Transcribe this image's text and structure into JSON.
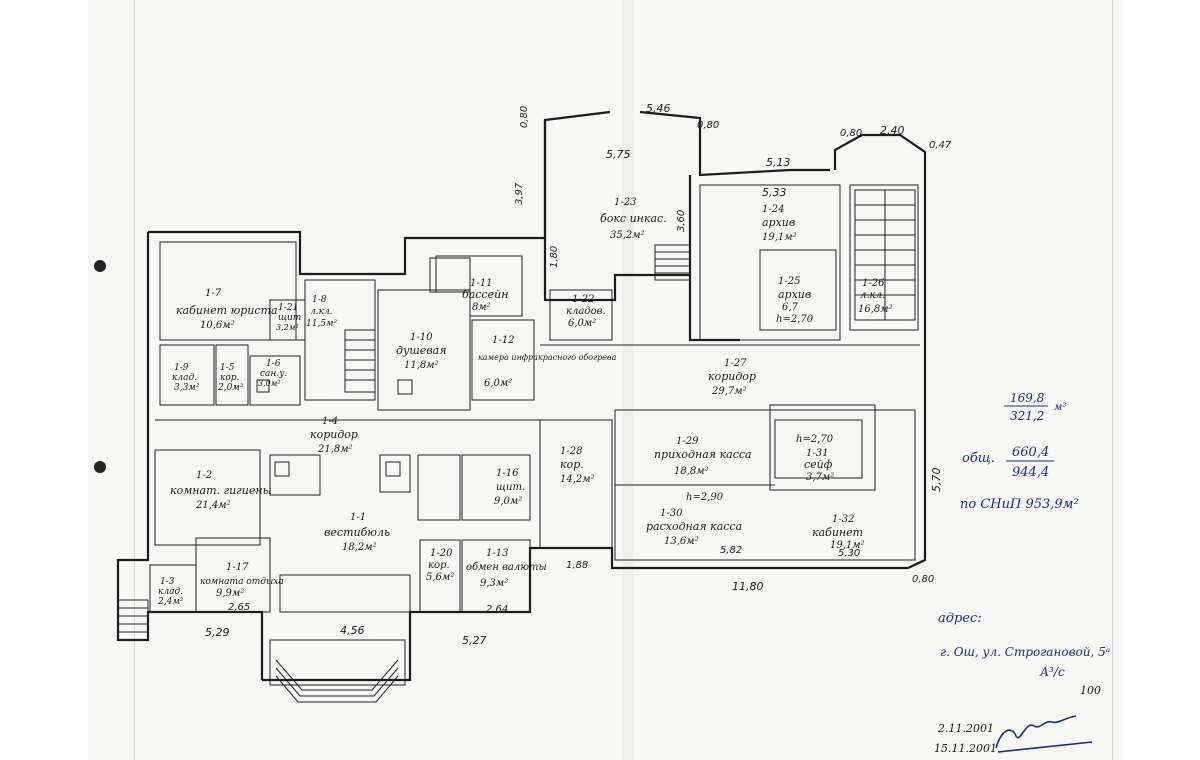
{
  "top_dims": [
    "0,80",
    "5,46",
    "0,80",
    "2,40",
    "0,47",
    "0,80",
    "3,97",
    "5,75",
    "5,13",
    "5,33",
    "1,80",
    "3,60",
    "5,70"
  ],
  "rooms": [
    {
      "id": "1-23",
      "name": "бокс инкас.",
      "area": "35,2м²"
    },
    {
      "id": "1-24",
      "name": "архив",
      "area": "19,1м²"
    },
    {
      "id": "1-25",
      "name": "архив",
      "area": "6,7",
      "height": "h=2,70"
    },
    {
      "id": "1-26",
      "name": "л.кл.",
      "area": "16,8м²"
    },
    {
      "id": "1-7",
      "name": "кабинет юриста",
      "area": "10,6м²"
    },
    {
      "id": "1-11",
      "name": "бассейн",
      "area": "8м²"
    },
    {
      "id": "1-10",
      "name": "душевая",
      "area": "11,8м²"
    },
    {
      "id": "1-12",
      "name": "камера инфракрасного обогрева",
      "area": "6,0м²"
    },
    {
      "id": "1-22",
      "name": "кладов.",
      "area": "6,0м²"
    },
    {
      "id": "1-27",
      "name": "коридор",
      "area": "29,7м²"
    },
    {
      "id": "1-4",
      "name": "коридор",
      "area": "21,8м²"
    },
    {
      "id": "1-28",
      "name": "кор.",
      "area": "14,2м²"
    },
    {
      "id": "1-29",
      "name": "приходная касса",
      "area": "18,8м²"
    },
    {
      "id": "1-31",
      "name": "сейф",
      "area": "3,7м²",
      "height": "h=2,70"
    },
    {
      "id": "1-30",
      "name": "расходная касса",
      "area": "13,6м²",
      "height": "h=2,90"
    },
    {
      "id": "1-32",
      "name": "кабинет",
      "area": "19,1м²"
    },
    {
      "id": "1-2",
      "name": "комнат. гигиены",
      "area": "21,4м²"
    },
    {
      "id": "1-1",
      "name": "вестибюль",
      "area": "18,2м²"
    },
    {
      "id": "1-17",
      "name": "комната отдыха",
      "area": "9,9м²"
    },
    {
      "id": "1-20",
      "name": "кор.",
      "area": "5,6м²"
    },
    {
      "id": "1-13",
      "name": "обмен валюты",
      "area": "9,3м²"
    },
    {
      "id": "1-16",
      "name": "щит.",
      "area": "9,0м²"
    },
    {
      "id": "1-3",
      "name": "клад.",
      "area": "2,4м²"
    },
    {
      "id": "1-9",
      "name": "клад.",
      "area": "3,3м²"
    },
    {
      "id": "1-5",
      "name": "кор.",
      "area": "2,0м²"
    },
    {
      "id": "1-6",
      "name": "сан.у.",
      "area": "3,0м²"
    },
    {
      "id": "1-8",
      "name": "л.кл.",
      "area": "11,5м²"
    },
    {
      "id": "1-21",
      "name": "щит",
      "area": "3,2м²"
    }
  ],
  "totals": {
    "area_top": "169,8",
    "area_bottom": "321,2",
    "area_unit": "м²",
    "obsh_label": "общ.",
    "obsh_top": "660,4",
    "obsh_bottom": "944,4",
    "snip": "по СНиП 953,9м²"
  },
  "address": {
    "label": "адрес:",
    "line": "г. Ош, ул. Строгановой, 5ᵃ",
    "lit": "А³/c",
    "scale": "100"
  },
  "dates": {
    "d1": "2.11.2001",
    "d2": "15.11.2001"
  },
  "bottom_dims": [
    "5,29",
    "2,65",
    "4,56",
    "5,27",
    "2,64",
    "1,88",
    "5,82",
    "11,80",
    "5,30",
    "0,80"
  ]
}
